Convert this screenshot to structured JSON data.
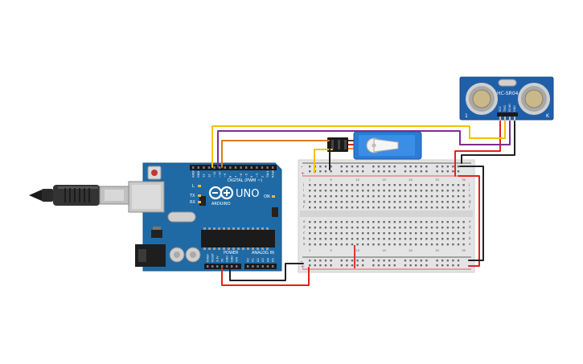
{
  "arduino": {
    "logo_text": "ARDUINO",
    "model": "UNO",
    "digital_label": "DIGITAL (PWM ~)",
    "power_label": "POWER",
    "analog_label": "ANALOG IN",
    "led_on": "ON",
    "led_tx": "TX",
    "led_rx": "RX",
    "led_l": "L",
    "digital_pins": [
      "AREF",
      "GND",
      "13",
      "12",
      "~11",
      "~10",
      "~9",
      "8",
      "7",
      "~6",
      "~5",
      "4",
      "~3",
      "2",
      "TX▸1",
      "RX◂0"
    ],
    "power_pins": [
      "IOREF",
      "RESET",
      "3.3V",
      "5V",
      "GND",
      "GND",
      "VIN"
    ],
    "analog_pins": [
      "A0",
      "A1",
      "A2",
      "A3",
      "A4",
      "A5"
    ]
  },
  "sensor": {
    "model": "HC-SR04",
    "pins": [
      "VCC",
      "TRIG",
      "ECHO",
      "GND"
    ],
    "corner_marks": [
      "1",
      "K"
    ]
  },
  "breadboard": {
    "row_letters": [
      "a",
      "b",
      "c",
      "d",
      "e",
      "f",
      "g",
      "h",
      "i",
      "j"
    ],
    "column_numbers": [
      "1",
      "5",
      "10",
      "15",
      "20",
      "25",
      "30"
    ],
    "rail_plus": "+",
    "rail_minus": "-"
  },
  "colors": {
    "board_blue": "#1f6aa5",
    "wire_red": "#e0231b",
    "wire_black": "#222222",
    "wire_yellow": "#f2c200",
    "wire_orange": "#e07b10",
    "wire_purple": "#7b2d8e",
    "servo_blue": "#2c7bd6"
  }
}
